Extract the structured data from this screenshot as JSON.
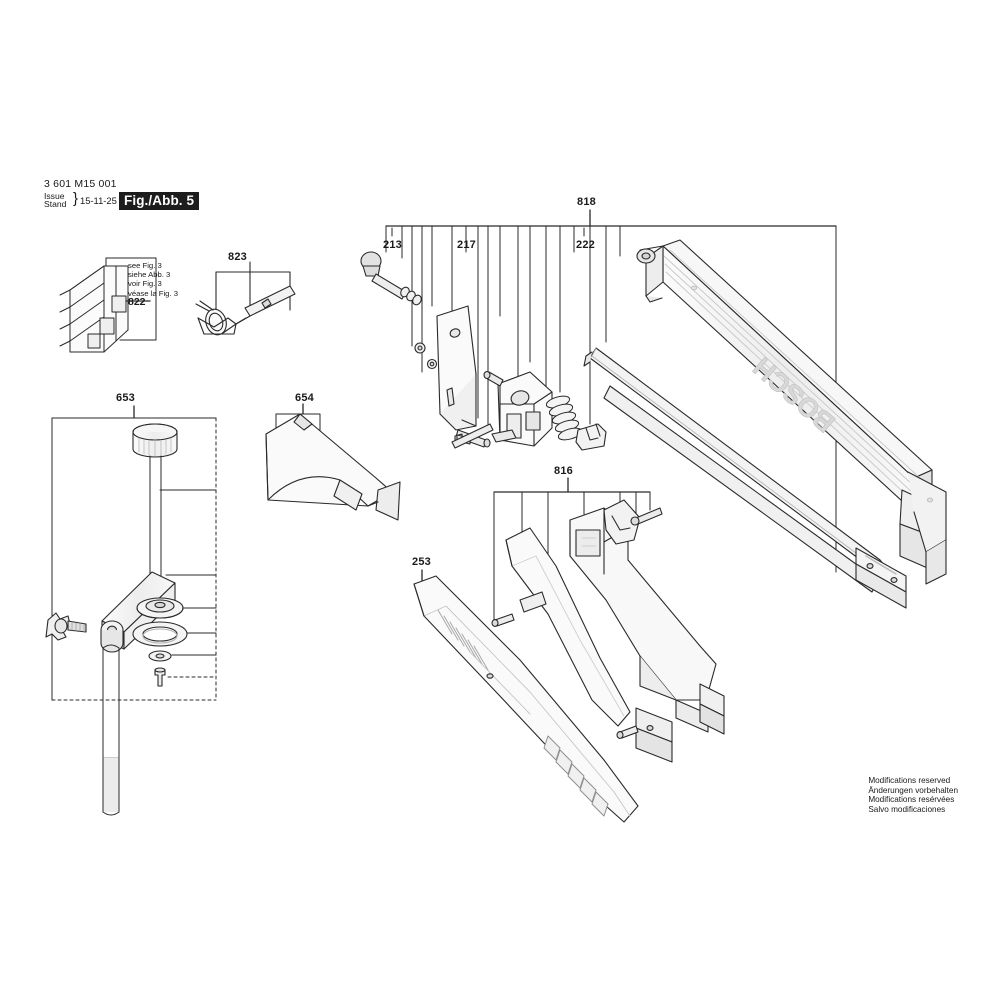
{
  "document": {
    "part_number": "3 601 M15 001",
    "issue_label": "Issue",
    "stand_label": "Stand",
    "issue_date": "15-11-25",
    "figure_badge": "Fig./Abb. 5"
  },
  "notes": {
    "see_figure": "see Fig. 3\nsiehe Abb. 3\nvoir Fig. 3\nvéase la Fig. 3",
    "see_figure_part": "822"
  },
  "callouts": {
    "c653": "653",
    "c654": "654",
    "c823": "823",
    "c818": "818",
    "c213": "213",
    "c217": "217",
    "c222": "222",
    "c816": "816",
    "c253": "253"
  },
  "branding": {
    "logo_text": "BOSCH"
  },
  "footer": {
    "disclaimer": "Modifications reserved\nÄnderungen vorbehalten\nModifications resérvées\nSalvo modificaciones"
  },
  "colors": {
    "line": "#2a2a2a",
    "line_light": "#9a9a9a",
    "fill_light": "#f4f4f4",
    "fill_mid": "#e8e8e8",
    "badge_bg": "#1d1d1d",
    "paper": "#ffffff"
  }
}
